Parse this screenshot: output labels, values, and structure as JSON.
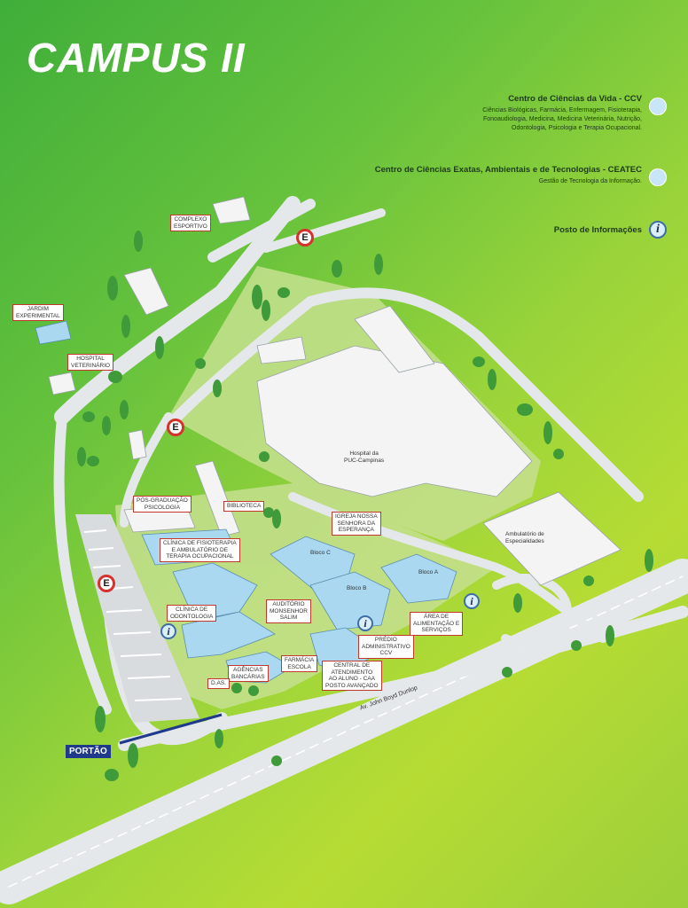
{
  "title": "CAMPUS II",
  "legend": {
    "ccv": {
      "heading": "Centro de Ciências da Vida - CCV",
      "line1": "Ciências Biológicas, Farmácia, Enfermagem, Fisioterapia,",
      "line2": "Fonoaudiologia, Medicina, Medicina Veterinária, Nutrição,",
      "line3": "Odontologia, Psicologia e Terapia Ocupacional.",
      "color": "#c8e6f7"
    },
    "ceatec": {
      "heading": "Centro de Ciências Exatas, Ambientais e de Tecnologias - CEATEC",
      "line1": "Gestão de Tecnologia da Informação.",
      "color": "#c8e6f7"
    },
    "info": {
      "label": "Posto de Informações",
      "icon": "info-icon"
    }
  },
  "labels": {
    "complexo": "COMPLEXO\nESPORTIVO",
    "jardim": "JARDIM\nEXPERIMENTAL",
    "hospital_vet": "HOSPITAL\nVETERINÁRIO",
    "hospital_puc": "Hospital da\nPUC-Campinas",
    "pos": "PÓS-GRADUAÇÃO\nPSICOLOGIA",
    "biblioteca": "BIBLIOTECA",
    "igreja": "IGREJA NOSSA\nSENHORA DA\nESPERANÇA",
    "ambulatorio": "Ambulatório de\nEspecialidades",
    "clinica_fisio": "CLÍNICA DE FISIOTERAPIA\nE AMBULATÓRIO DE\nTERAPIA OCUPACIONAL",
    "bloco_c": "Bloco C",
    "bloco_b": "Bloco B",
    "bloco_a": "Bloco A",
    "clinica_odonto": "CLÍNICA DE\nODONTOLOGIA",
    "auditorio": "AUDITÓRIO\nMONSENHOR\nSALIM",
    "area_alim": "ÁREA DE\nALIMENTAÇÃO E\nSERVIÇOS",
    "predio_adm": "PRÉDIO\nADMINISTRATIVO\nCCV",
    "farmacia": "FARMÁCIA\nESCOLA",
    "agencias": "AGÊNCIAS\nBANCÁRIAS",
    "central": "CENTRAL DE\nATENDIMENTO\nAO ALUNO - CAA\nPOSTO AVANÇADO",
    "da": "D.As.",
    "portao": "PORTÃO",
    "avenida": "Av. John Boyd Dunlop",
    "parking": "E",
    "info": "i"
  },
  "colors": {
    "road": "#e4e8ea",
    "building": "#f4f4f4",
    "ccv_building": "#a9d8f0",
    "lawn": "#c6e08f",
    "tree": "#3f9a3a",
    "label_border": "#c0392b",
    "gate": "#1f3a8a"
  }
}
